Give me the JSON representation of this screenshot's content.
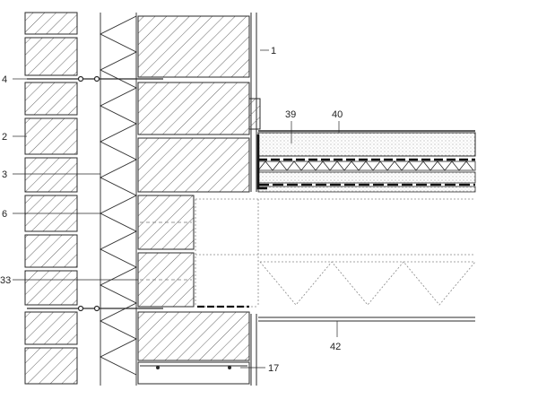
{
  "drawing": {
    "colors": {
      "line": "#2a2a2a",
      "hatch": "#555555",
      "dotted": "#888888",
      "paper": "#ffffff"
    },
    "callouts": {
      "c1": "1",
      "c4": "4",
      "c2": "2",
      "c3": "3",
      "c6": "6",
      "c33": "33",
      "c39": "39",
      "c40": "40",
      "c42": "42",
      "c17": "17"
    }
  }
}
